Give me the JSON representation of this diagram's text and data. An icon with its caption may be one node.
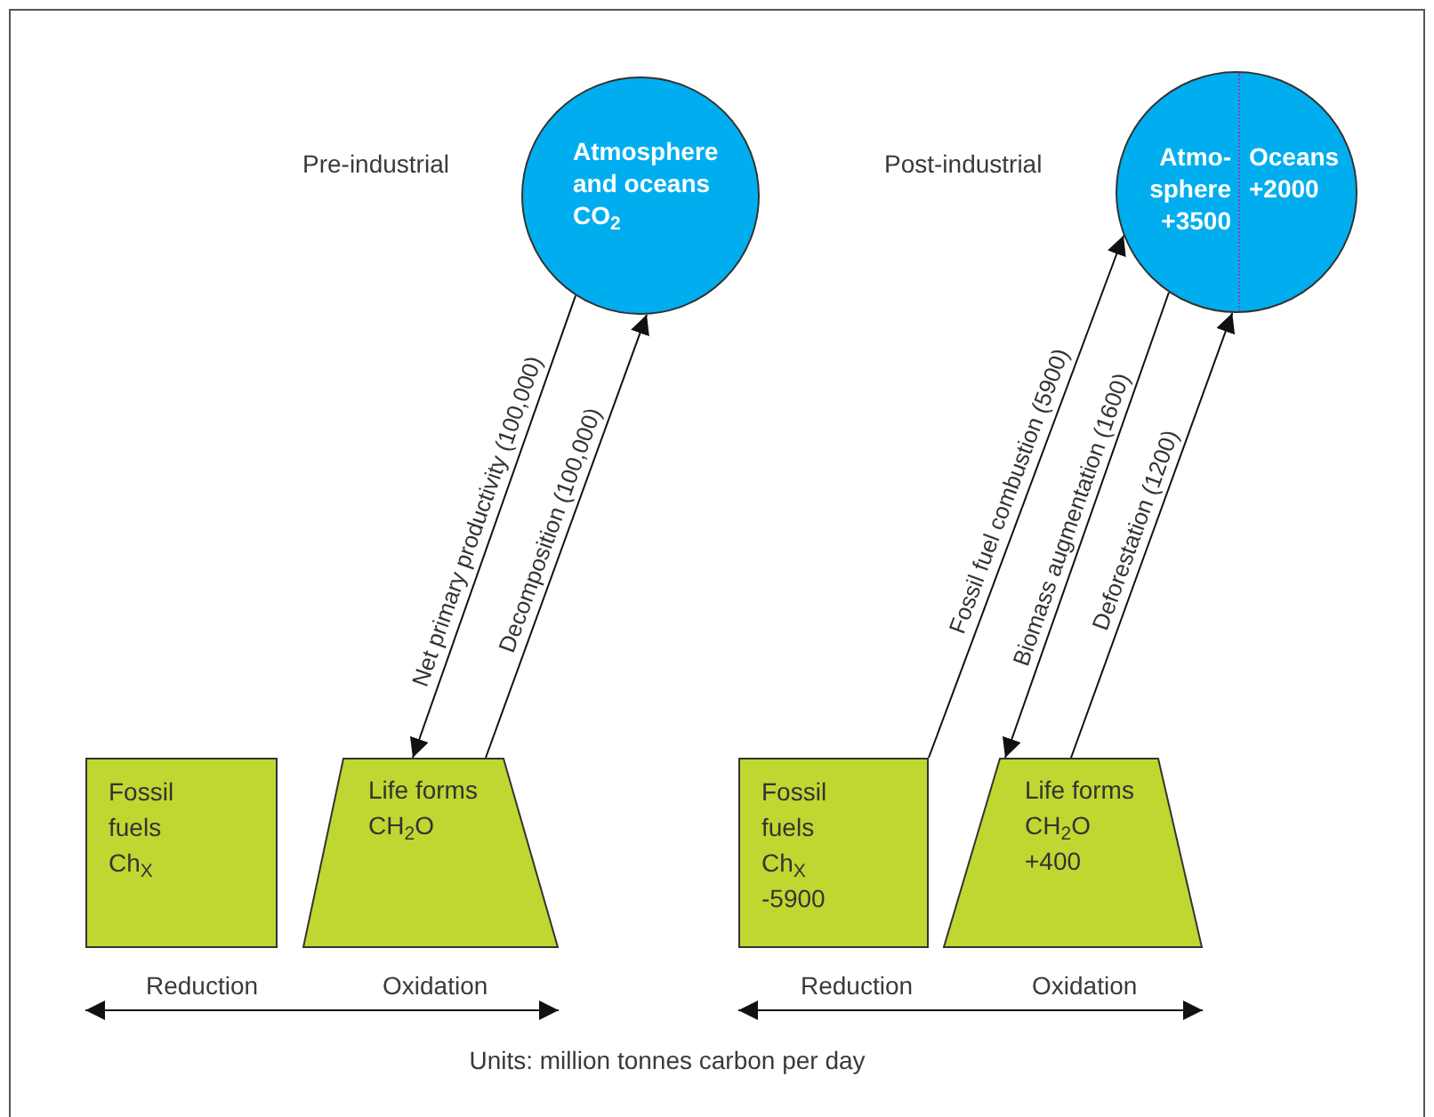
{
  "diagram": {
    "nodes": [
      {
        "text": [
          "Atmosphere and oceans CO$_{2}$"
        ]
      },
      {
        "text": [
          "Fossil fuels Ch$_{X}$"
        ]
      },
      {
        "text": [
          "Life forms CH$_{2}$O"
        ]
      },
      {
        "text": [
          "Atmo- sphere +3500",
          "Oceans +2000"
        ]
      },
      {
        "text": [
          "Fossil fuels Ch$_{X}$ -5900"
        ]
      },
      {
        "text": [
          "Life forms CH$_{2}$O +400"
        ]
      }
    ],
    "edges": [
      {
        "from": 0,
        "to": 2,
        "arrow": "to",
        "label": "Net primary productivity (100,000)"
      },
      {
        "from": 2,
        "to": 0,
        "arrow": "to",
        "label": "Decomposition (100,000)"
      },
      {
        "from": 4,
        "to": 3,
        "arrow": "to",
        "label": "Fossil fuel combustion (5900)"
      },
      {
        "from": 3,
        "to": 5,
        "arrow": "to",
        "label": "Biomass augmentation (1600)"
      },
      {
        "from": 5,
        "to": 3,
        "arrow": "to",
        "label": "Deforestation (1200)"
      }
    ],
    "labels": [
      "Pre-industrial",
      "Post-industrial",
      "Reduction",
      "Oxidation",
      "Reduction",
      "Oxidation",
      "Units: million tonnes carbon per day"
    ]
  }
}
